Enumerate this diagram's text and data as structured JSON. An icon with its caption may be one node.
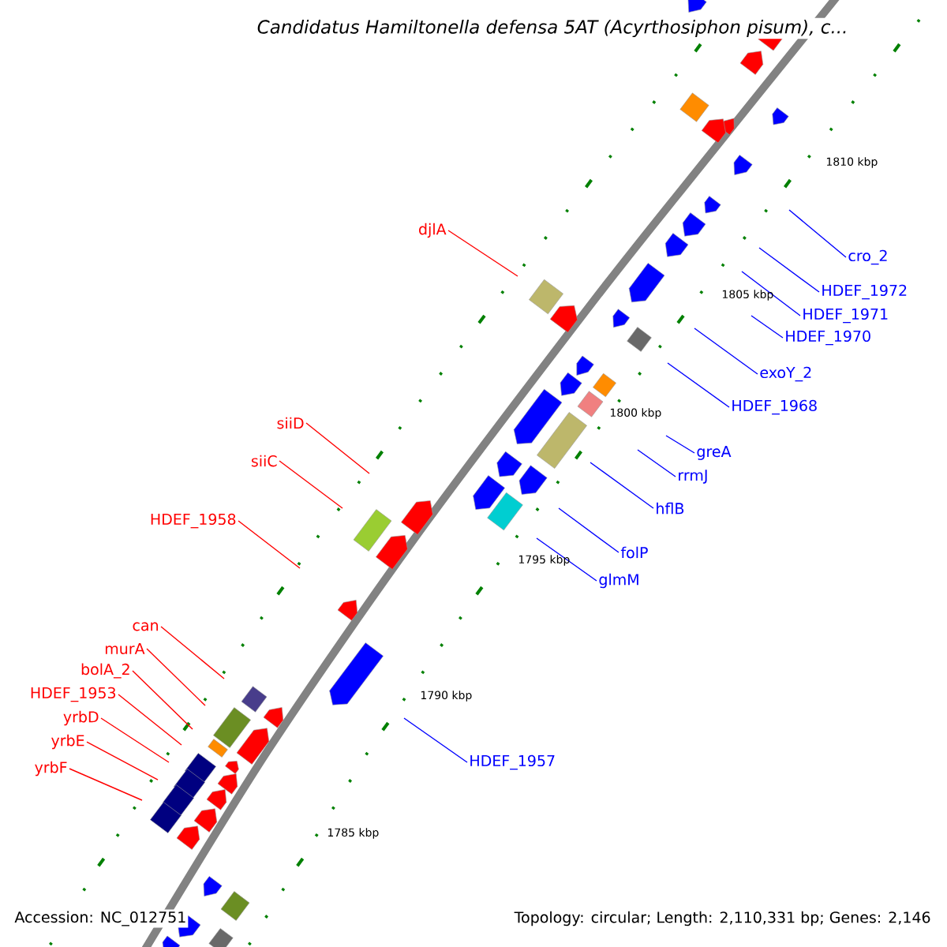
{
  "diagram": {
    "title": "*Candidatus Hamiltonella defensa 5AT (Acyrthosiphon pisum), c...*",
    "nodes": [
      {
        "text": [
          "djlA"
        ]
      },
      {
        "text": [
          "cro_2"
        ]
      },
      {
        "text": [
          "HDEF_1972"
        ]
      },
      {
        "text": [
          "HDEF_1971"
        ]
      },
      {
        "text": [
          "HDEF_1970"
        ]
      },
      {
        "text": [
          "exoY_2"
        ]
      },
      {
        "text": [
          "HDEF_1968"
        ]
      },
      {
        "text": [
          "greA"
        ]
      },
      {
        "text": [
          "rrmJ"
        ]
      },
      {
        "text": [
          "siiD"
        ]
      },
      {
        "text": [
          "hflB"
        ]
      },
      {
        "text": [
          "siiC"
        ]
      },
      {
        "text": [
          "HDEF_1958"
        ]
      },
      {
        "text": [
          "folP"
        ]
      },
      {
        "text": [
          "glmM"
        ]
      },
      {
        "text": [
          "can"
        ]
      },
      {
        "text": [
          "murA"
        ]
      },
      {
        "text": [
          "bolA_2"
        ]
      },
      {
        "text": [
          "HDEF_1953"
        ]
      },
      {
        "text": [
          "yrbD"
        ]
      },
      {
        "text": [
          "yrbE"
        ]
      },
      {
        "text": [
          "yrbF"
        ]
      },
      {
        "text": [
          "HDEF_1957"
        ]
      }
    ],
    "edges": [
      {
        "from": 0,
        "to": null,
        "arrow": "none",
        "color": "#ff0000"
      },
      {
        "from": 1,
        "to": null,
        "arrow": "none",
        "color": "#0000ff"
      },
      {
        "from": 2,
        "to": null,
        "arrow": "none",
        "color": "#0000ff"
      },
      {
        "from": 3,
        "to": null,
        "arrow": "none",
        "color": "#0000ff"
      },
      {
        "from": 4,
        "to": null,
        "arrow": "none",
        "color": "#0000ff"
      },
      {
        "from": 5,
        "to": null,
        "arrow": "none",
        "color": "#0000ff"
      },
      {
        "from": 6,
        "to": null,
        "arrow": "none",
        "color": "#0000ff"
      },
      {
        "from": 7,
        "to": null,
        "arrow": "none",
        "color": "#0000ff"
      },
      {
        "from": 8,
        "to": null,
        "arrow": "none",
        "color": "#0000ff"
      },
      {
        "from": 9,
        "to": null,
        "arrow": "none",
        "color": "#ff0000"
      },
      {
        "from": 10,
        "to": null,
        "arrow": "none",
        "color": "#0000ff"
      },
      {
        "from": 11,
        "to": null,
        "arrow": "none",
        "color": "#ff0000"
      },
      {
        "from": 12,
        "to": null,
        "arrow": "none",
        "color": "#ff0000"
      },
      {
        "from": 13,
        "to": null,
        "arrow": "none",
        "color": "#0000ff"
      },
      {
        "from": 14,
        "to": null,
        "arrow": "none",
        "color": "#0000ff"
      },
      {
        "from": 15,
        "to": null,
        "arrow": "none",
        "color": "#ff0000"
      },
      {
        "from": 16,
        "to": null,
        "arrow": "none",
        "color": "#ff0000"
      },
      {
        "from": 17,
        "to": null,
        "arrow": "none",
        "color": "#ff0000"
      },
      {
        "from": 18,
        "to": null,
        "arrow": "none",
        "color": "#ff0000"
      },
      {
        "from": 19,
        "to": null,
        "arrow": "none",
        "color": "#ff0000"
      },
      {
        "from": 20,
        "to": null,
        "arrow": "none",
        "color": "#ff0000"
      },
      {
        "from": 21,
        "to": null,
        "arrow": "none",
        "color": "#ff0000"
      },
      {
        "from": 22,
        "to": null,
        "arrow": "none",
        "color": "#0000ff"
      }
    ],
    "labels": [
      "1810 kbp",
      "1805 kbp",
      "1800 kbp",
      "1795 kbp",
      "1790 kbp",
      "1785 kbp",
      "Accession: NC_012751",
      "Topology: circular; Length: 2,110,331 bp; Genes: 2,146"
    ]
  }
}
